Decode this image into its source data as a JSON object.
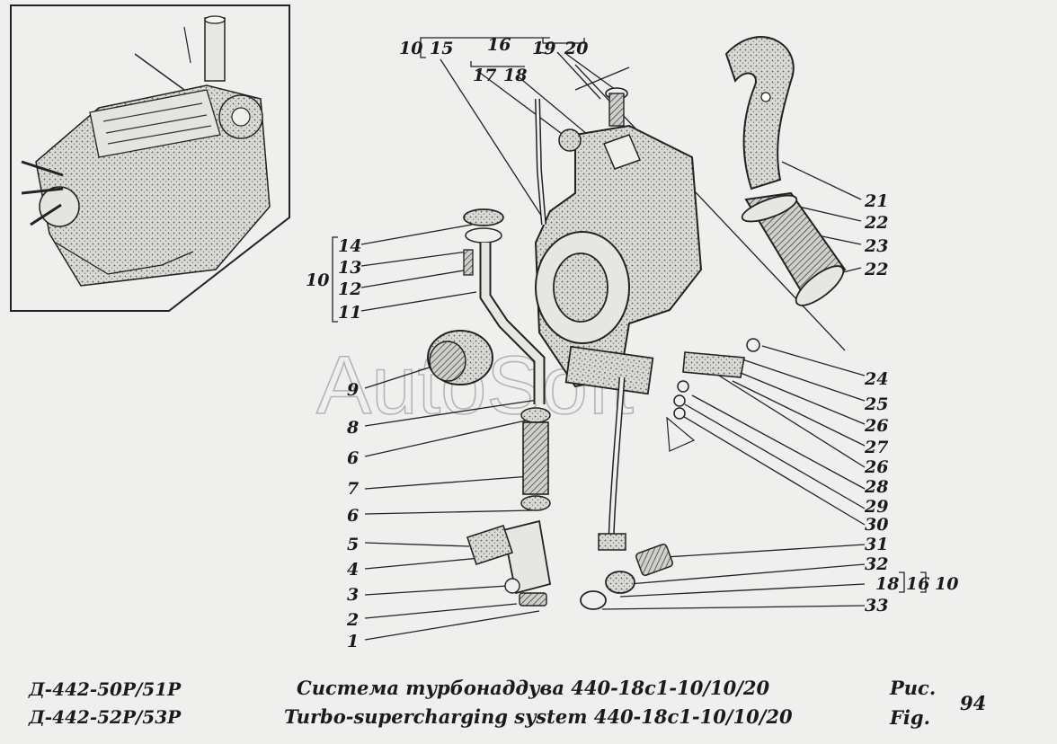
{
  "watermark": "AutoSoft",
  "caption": {
    "model_line1": "Д-442-50Р/51Р",
    "model_line2": "Д-442-52Р/53Р",
    "title_ru": "Система турбонаддува 440-18с1-10/10/20",
    "title_en": "Turbo-supercharging system 440-18с1-10/10/20",
    "fig_ru": "Рис.",
    "fig_en": "Fig.",
    "fig_number": "94"
  },
  "callouts": {
    "top_group_a_parent": "10",
    "top_group_a_child1": "15",
    "top_group_a_child2": "16",
    "top_group_b_child1": "17",
    "top_group_b_child2": "18",
    "top_group_c_child1": "19",
    "top_group_c_child2": "20",
    "left_group_parent": "10",
    "left_14": "14",
    "left_13": "13",
    "left_12": "12",
    "left_11": "11",
    "left_9": "9",
    "left_8": "8",
    "left_6a": "6",
    "left_7": "7",
    "left_6b": "6",
    "left_5": "5",
    "left_4": "4",
    "left_3": "3",
    "left_2": "2",
    "left_1": "1",
    "right_21": "21",
    "right_22a": "22",
    "right_23": "23",
    "right_22b": "22",
    "right_24": "24",
    "right_25": "25",
    "right_26a": "26",
    "right_27": "27",
    "right_26b": "26",
    "right_28": "28",
    "right_29": "29",
    "right_30": "30",
    "right_31": "31",
    "right_32": "32",
    "right_18": "18",
    "right_16": "16",
    "right_10": "10",
    "right_33": "33"
  }
}
